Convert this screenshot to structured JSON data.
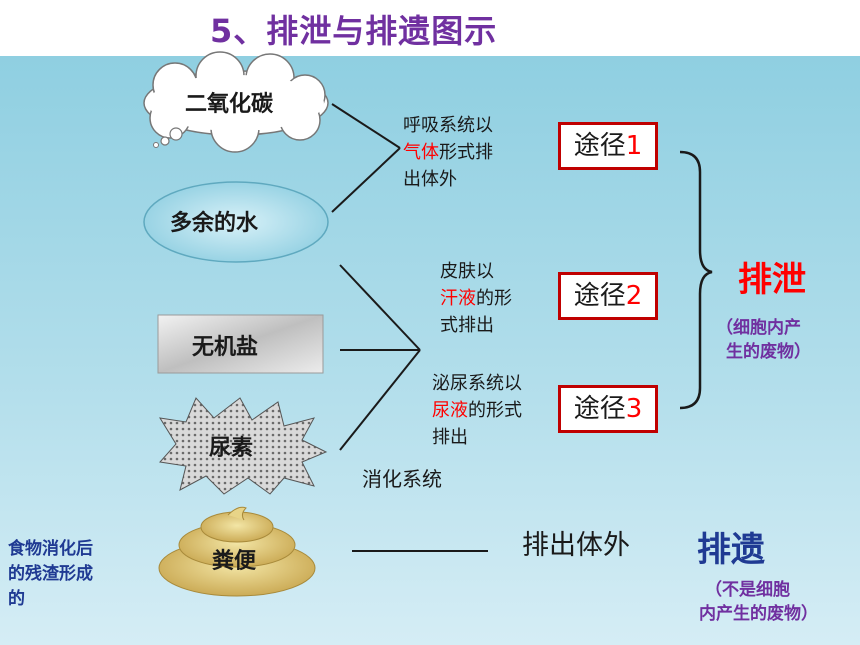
{
  "title": "5、排泄与排遗图示",
  "substances": {
    "co2": "二氧化碳",
    "water": "多余的水",
    "salt": "无机盐",
    "urea": "尿素",
    "feces": "粪便"
  },
  "routes": {
    "r1": {
      "pre": "呼吸系统以",
      "hl": "气体",
      "post": "形式排",
      "post2": "出体外",
      "label": "途径",
      "num": "1"
    },
    "r2": {
      "pre": "皮肤以",
      "hl": "汗液",
      "post": "的形",
      "post2": "式排出",
      "label": "途径",
      "num": "2"
    },
    "r3": {
      "pre": "泌尿系统以",
      "hl": "尿液",
      "post": "的形式",
      "post2": "排出",
      "label": "途径",
      "num": "3"
    }
  },
  "digestive": "消化系统",
  "excretion": {
    "title": "排泄",
    "note1": "（细胞内产",
    "note2": "生的废物）"
  },
  "egestion": {
    "action": "排出体外",
    "title": "排遗",
    "note1": "（不是细胞",
    "note2": "内产生的废物）"
  },
  "feces_note": {
    "l1": "食物消化后",
    "l2": "的残渣形成",
    "l3": "的"
  },
  "colors": {
    "title": "#7030a0",
    "accent_red": "#ff0000",
    "box_border": "#c00000",
    "egest_blue": "#1f3a93",
    "panel": "#a9d9e8"
  }
}
